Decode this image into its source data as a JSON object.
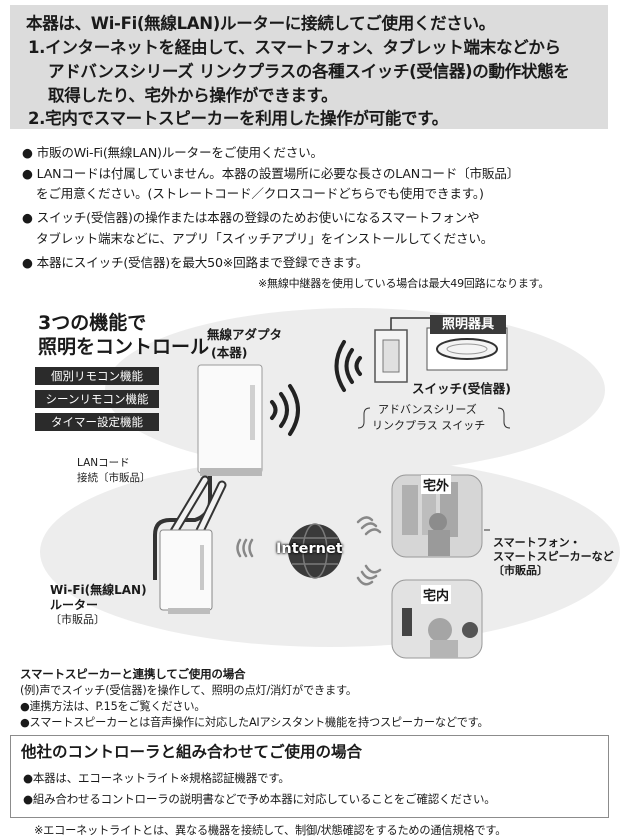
{
  "header": {
    "line1": "本器は、Wi-Fi(無線LAN)ルーターに接続してご使用ください。",
    "line2": "1.インターネットを経由して、スマートフォン、タブレット端末などから",
    "line3": "アドバンスシリーズ リンクプラスの各種スイッチ(受信器)の動作状態を",
    "line4": "取得したり、宅外から操作ができます。",
    "line5": "2.宅内でスマートスピーカーを利用した操作が可能です。"
  },
  "bullets": {
    "b1": "● 市販のWi-Fi(無線LAN)ルーターをご使用ください。",
    "b2a": "● LANコードは付属していません。本器の設置場所に必要な長さのLANコード〔市販品〕",
    "b2b": "をご用意ください。(ストレートコード／クロスコードどちらでも使用できます。)",
    "b3a": "● スイッチ(受信器)の操作または本器の登録のためお使いになるスマートフォンや",
    "b3b": "タブレット端末などに、アプリ「スイッチアプリ」をインストールしてください。",
    "b4": "● 本器にスイッチ(受信器)を最大50※回路まで登録できます。",
    "note": "※無線中継器を使用している場合は最大49回路になります。"
  },
  "diagram": {
    "title1": "3つの機能で",
    "title2": "照明をコントロール",
    "features": [
      "個別リモコン機能",
      "シーンリモコン機能",
      "タイマー設定機能"
    ],
    "adapter1": "無線アダプタ",
    "adapter2": "(本器)",
    "lan1": "LANコード",
    "lan2": "接続〔市販品〕",
    "fixture": "照明器具",
    "switch": "スイッチ(受信器)",
    "series1": "アドバンスシリーズ",
    "series2": "リンクプラス スイッチ",
    "outside": "宅外",
    "inside": "宅内",
    "internet": "Internet",
    "phone1": "スマートフォン・",
    "phone2": "スマートスピーカーなど",
    "phone3": "〔市販品〕",
    "router1": "Wi-Fi(無線LAN)",
    "router2": "ルーター",
    "router3": "〔市販品〕"
  },
  "speaker": {
    "title": "スマートスピーカーと連携してご使用の場合",
    "l1": "(例)声でスイッチ(受信器)を操作して、照明の点灯/消灯ができます。",
    "l2": "●連携方法は、P.15をご覧ください。",
    "l3": "●スマートスピーカーとは音声操作に対応したAIアシスタント機能を持つスピーカーなどです。"
  },
  "controller": {
    "title": "他社のコントローラと組み合わせてご使用の場合",
    "l1": "●本器は、エコーネットライト※規格認証機器です。",
    "l2": "●組み合わせるコントローラの説明書などで予め本器に対応していることをご確認ください。"
  },
  "footnote": "※エコーネットライトとは、異なる機器を接続して、制御/状態確認をするための通信規格です。",
  "colors": {
    "header_bg": "#dcdcdc",
    "dark_tag": "#2b2b2b",
    "oval": "#ececec"
  }
}
